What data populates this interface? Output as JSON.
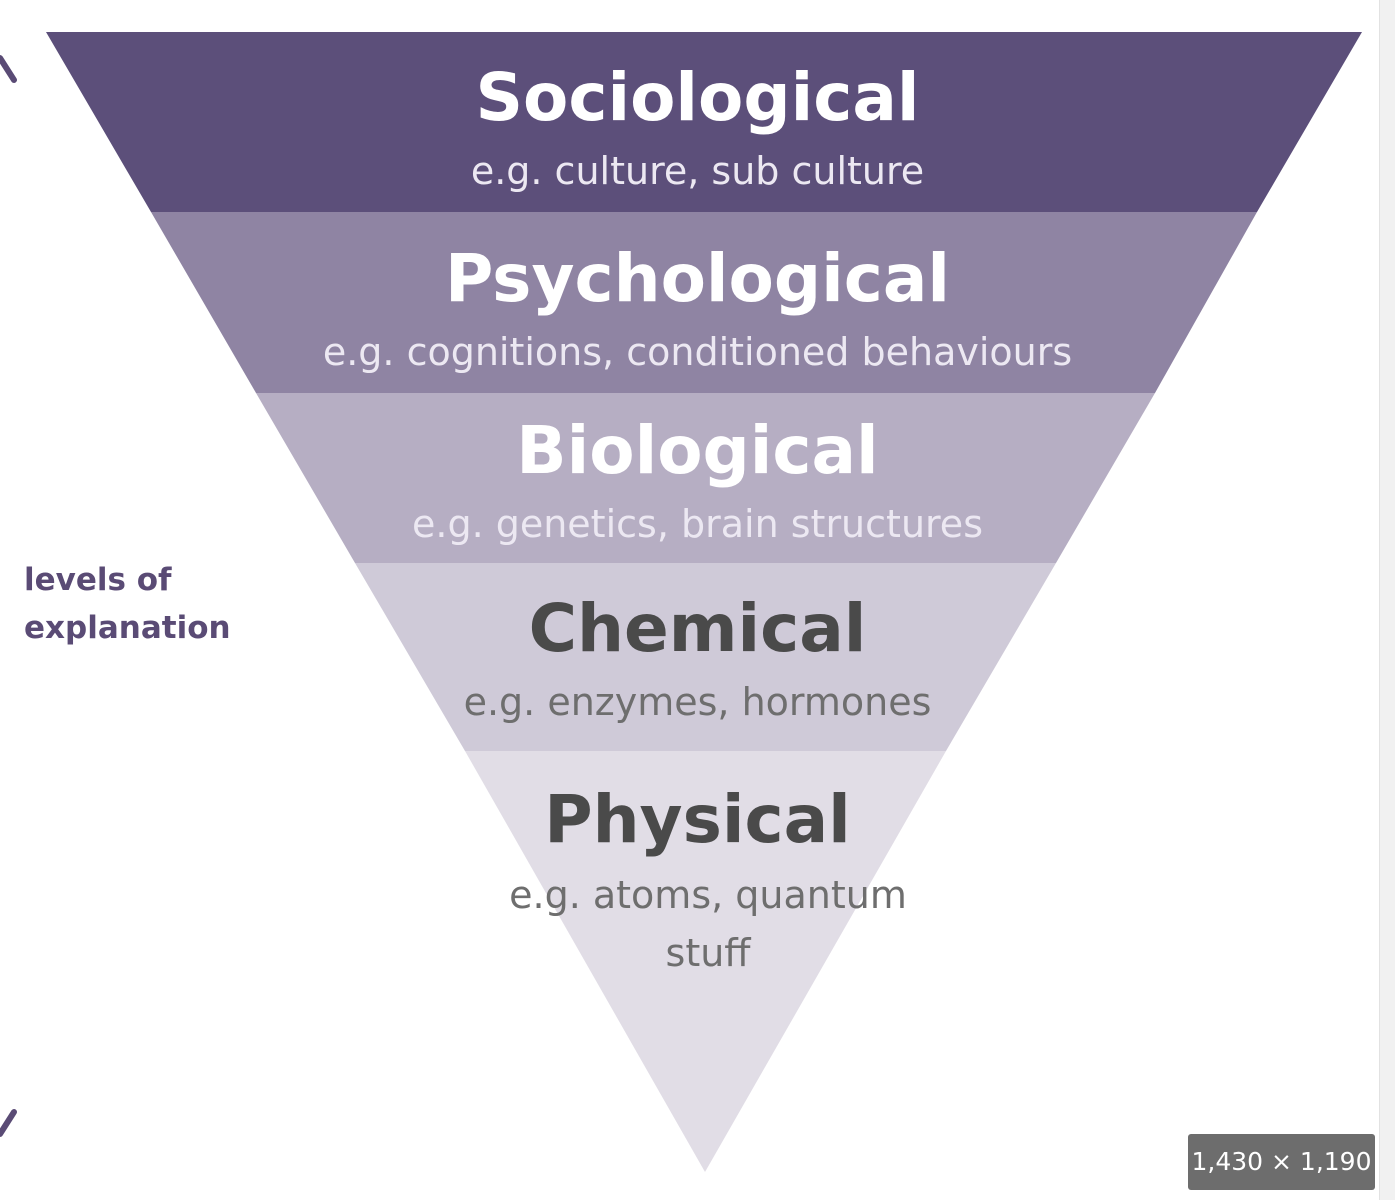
{
  "diagram": {
    "side_label": "levels of explanation",
    "tiers": [
      {
        "title": "Sociological",
        "example": "e.g. culture, sub culture",
        "color": "#5c4f7a"
      },
      {
        "title": "Psychological",
        "example": "e.g. cognitions, conditioned behaviours",
        "color": "#8f84a3"
      },
      {
        "title": "Biological",
        "example": "e.g. genetics, brain structures",
        "color": "#b6aec3"
      },
      {
        "title": "Chemical",
        "example": "e.g. enzymes, hormones",
        "color": "#cfcad8"
      },
      {
        "title": "Physical",
        "example": "e.g. atoms, quantum stuff",
        "color": "#e1dde6"
      }
    ]
  },
  "image_size_badge": "1,430 × 1,190"
}
